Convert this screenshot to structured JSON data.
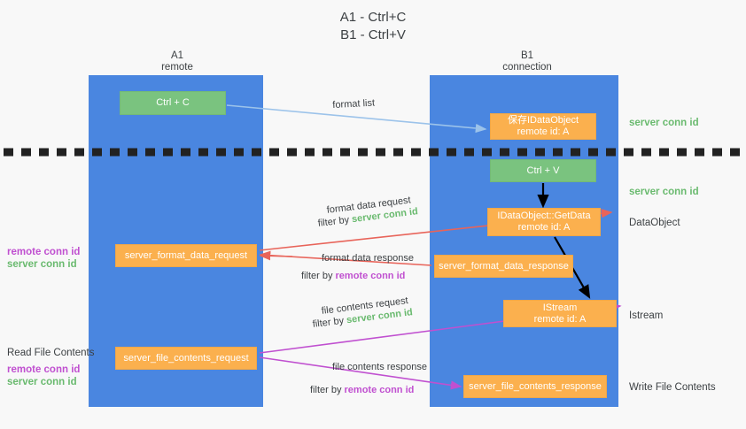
{
  "title": {
    "line1": "A1 - Ctrl+C",
    "line2": "B1 - Ctrl+V"
  },
  "lanes": [
    {
      "id": "A1",
      "name": "A1",
      "role": "remote",
      "color": "#4a86e0"
    },
    {
      "id": "B1",
      "name": "B1",
      "role": "connection",
      "color": "#4a86e0"
    }
  ],
  "colors": {
    "lane": "#4a86e0",
    "green_box": "#7ac37f",
    "orange_box": "#fbb04e",
    "server_conn_id": "#6aba6f",
    "remote_conn_id": "#c050d0",
    "arrow_blue": "#9cc3ea",
    "arrow_red": "#e8645a",
    "arrow_purple": "#c050d0",
    "arrow_black": "#000000",
    "page_bg": "#f8f8f8",
    "text": "#3c4043"
  },
  "nodes": {
    "ctrl_c": "Ctrl + C",
    "save_dataobject_line1": "保存IDataObject",
    "save_dataobject_line2": "remote id: A",
    "ctrl_v": "Ctrl + V",
    "getdata_line1": "IDataObject::GetData",
    "getdata_line2": "remote id: A",
    "server_format_data_request": "server_format_data_request",
    "server_format_data_response": "server_format_data_response",
    "istream_line1": "IStream",
    "istream_line2": "remote id: A",
    "server_file_contents_request": "server_file_contents_request",
    "server_file_contents_response": "server_file_contents_response"
  },
  "edges": {
    "format_list": "format list",
    "format_data_request": "format data request",
    "format_data_response": "format data response",
    "file_contents_request": "file contents request",
    "file_contents_response": "file contents response",
    "filter_by": "filter by ",
    "server_conn_id": "server conn id",
    "remote_conn_id": "remote conn id"
  },
  "side_labels": {
    "server_conn_id": "server conn id",
    "remote_conn_id": "remote conn id",
    "data_object": "DataObject",
    "istream": "Istream",
    "write_file_contents": "Write File Contents",
    "read_file_contents": "Read File Contents"
  }
}
